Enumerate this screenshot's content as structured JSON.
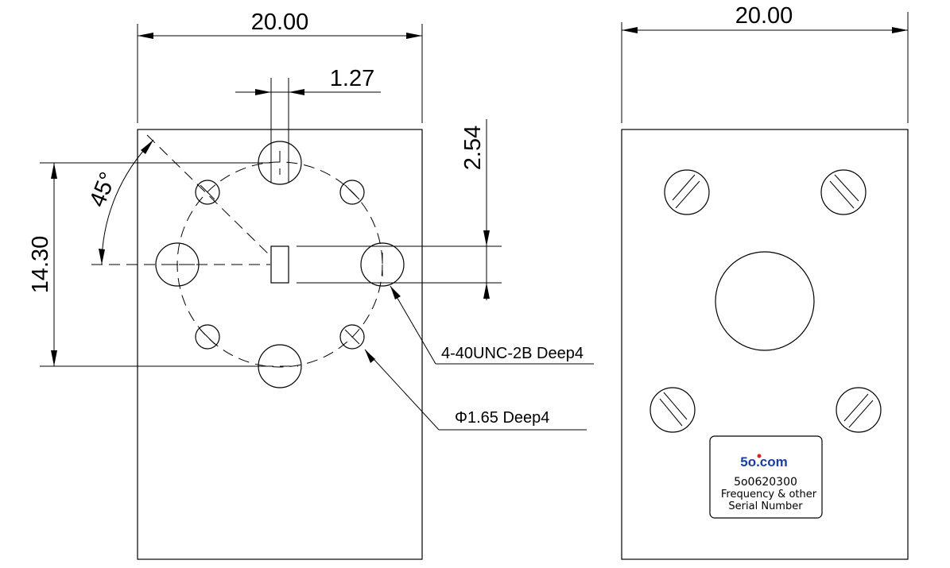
{
  "front_view": {
    "dims": {
      "width_top": "20.00",
      "slot_width": "1.27",
      "slot_height": "2.54",
      "bolt_circle_height": "14.30",
      "angle": "45°"
    },
    "notes": {
      "threaded_holes": "4-40UNC-2B Deep4",
      "pin_holes": "Φ1.65 Deep4"
    }
  },
  "back_view": {
    "dims": {
      "width_top": "20.00"
    },
    "label": {
      "brand": "5o.com",
      "brand_dot_color": "#e02020",
      "part_number": "5o0620300",
      "line1": "Frequency & other",
      "line2": "Serial Number"
    }
  }
}
